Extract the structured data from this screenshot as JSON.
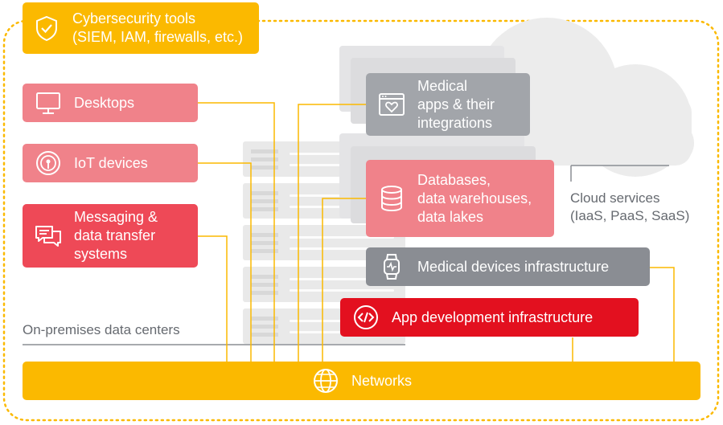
{
  "colors": {
    "yellow": "#fbb900",
    "pink": "#f0828a",
    "red_pink": "#ee4957",
    "red": "#e3101f",
    "gray_box": "#a2a5aa",
    "dark_gray_box": "#8a8d93",
    "cloud": "#ececec",
    "server": "#e9e9e9"
  },
  "labels": {
    "cybersecurity": "Cybersecurity tools\n(SIEM, IAM, firewalls, etc.)",
    "desktops": "Desktops",
    "iot": "IoT devices",
    "messaging": "Messaging &\ndata transfer\nsystems",
    "medical_apps": "Medical\napps & their\nintegrations",
    "databases": "Databases,\ndata warehouses,\ndata lakes",
    "cloud_services": "Cloud services\n(IaaS, PaaS, SaaS)",
    "medical_devices": "Medical devices infrastructure",
    "app_dev": "App development infrastructure",
    "on_premises": "On-premises data centers",
    "networks": "Networks"
  },
  "icons": {
    "cybersecurity": "shield-check-icon",
    "desktops": "monitor-icon",
    "iot": "iot-sensor-icon",
    "messaging": "chat-bubbles-icon",
    "medical_apps": "browser-heart-icon",
    "databases": "database-icon",
    "medical_devices": "smartwatch-icon",
    "app_dev": "code-icon",
    "networks": "globe-icon"
  }
}
